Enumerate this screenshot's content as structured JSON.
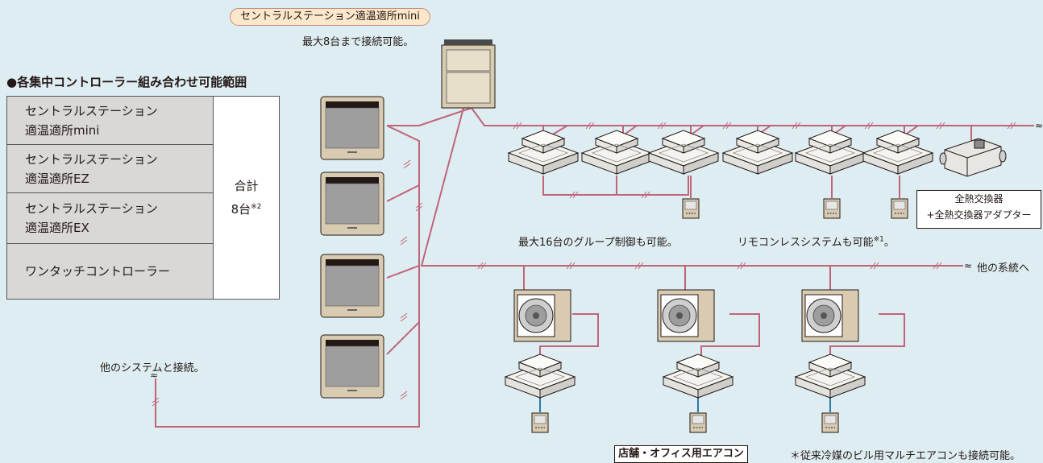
{
  "station_mini_label": "セントラルステーション適温適所mini",
  "max_connect_note": "最大8台まで接続可能。",
  "combo_heading": "●各集中コントローラー組み合わせ可能範囲",
  "combo_items": [
    [
      "セントラルステーション",
      "適温適所mini"
    ],
    [
      "セントラルステーション",
      "適温適所EZ"
    ],
    [
      "セントラルステーション",
      "適温適所EX"
    ],
    [
      "ワンタッチコントローラー"
    ]
  ],
  "combo_total": "合計",
  "combo_count": "8台",
  "combo_note_mark": "※2",
  "group_control_note": "最大16台のグループ制御も可能。",
  "remoteless_note": "リモコンレスシステムも可能",
  "remoteless_note_mark": "※1",
  "remoteless_note_end": "。",
  "heat_exchanger_box": [
    "全熱交換器",
    "+全熱交換器アダプター"
  ],
  "other_systems_note": "他の系統へ",
  "other_system_connect_note": "他のシステムと接続。",
  "shop_office_box": "店舗・オフィス用エアコン",
  "legacy_note": "＊従来冷媒のビル用マルチエアコンも接続可能。",
  "colors": {
    "wire": "#c0647a",
    "background": "#deedf2",
    "label_bg": "#fbe7c9",
    "table_gray": "#d9d8d7"
  }
}
